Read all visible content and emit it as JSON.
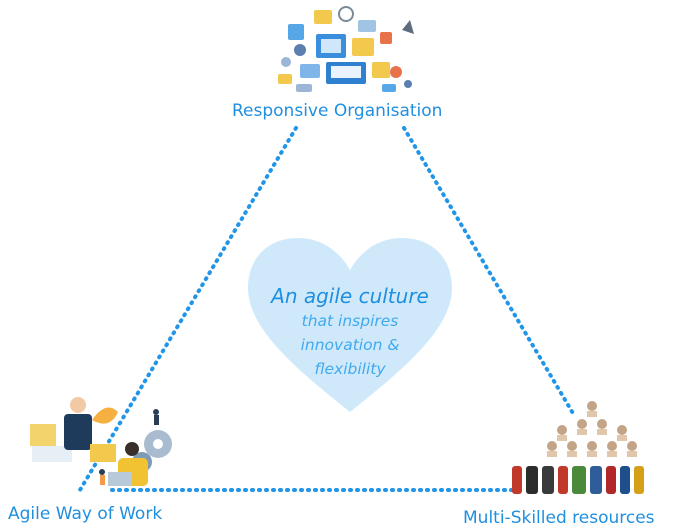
{
  "nodes": {
    "top": {
      "label": "Responsive Organisation",
      "icon": "business-strategy-icons-illustration"
    },
    "bottom_left": {
      "label": "Agile Way of Work",
      "icon": "team-working-illustration"
    },
    "bottom_right": {
      "label": "Multi-Skilled resources",
      "icon": "superheroes-team-illustration"
    }
  },
  "center": {
    "title": "An agile culture",
    "lines": [
      "that inspires",
      "innovation &",
      "flexibility"
    ],
    "shape": "heart-icon"
  },
  "colors": {
    "accent": "#1f8fe0",
    "heart_fill": "#cfe9fb",
    "dotted_line": "#2196e8"
  }
}
